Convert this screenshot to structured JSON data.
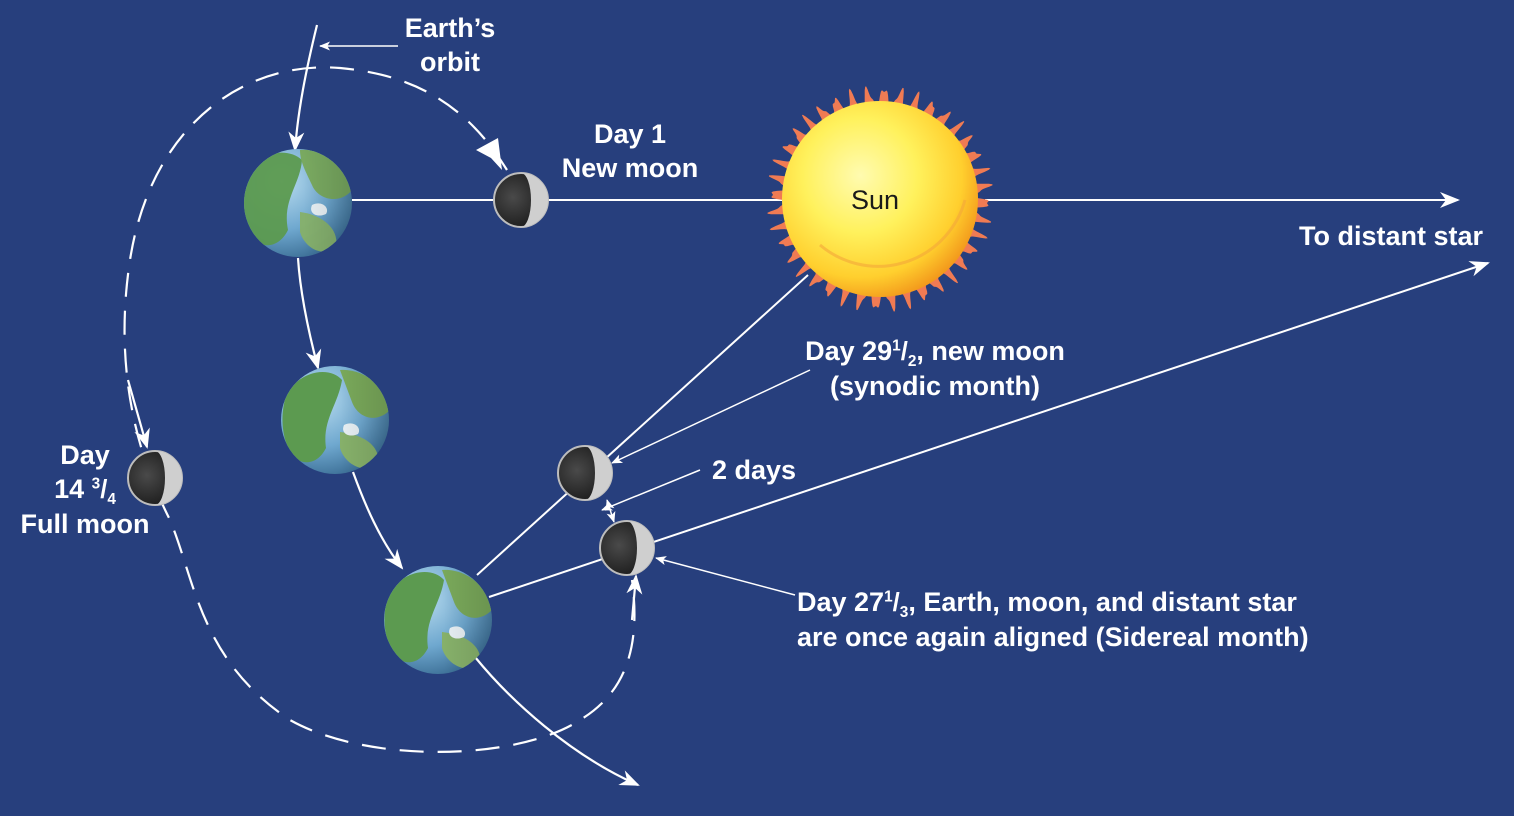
{
  "labels": {
    "earths_orbit": [
      "Earth’s",
      "orbit"
    ],
    "day1": [
      "Day 1",
      "New moon"
    ],
    "sun": "Sun",
    "to_distant_star": "To distant star",
    "day29": {
      "prefix": "Day 29",
      "num": "1",
      "den": "2",
      "suffix": ", new moon",
      "line2": "(synodic month)"
    },
    "two_days": "2 days",
    "day14": {
      "line1": "Day",
      "whole": "14 ",
      "num": "3",
      "den": "4",
      "line3": "Full moon"
    },
    "day27": {
      "prefix": "Day 27",
      "num": "1",
      "den": "3",
      "suffix": ", Earth, moon, and distant star",
      "line2": "are once again aligned (Sidereal month)"
    }
  },
  "colors": {
    "background": "#273f7d",
    "lines": "#ffffff",
    "sun_core": "#fff36a",
    "sun_rim": "#f7a21e",
    "corona": "#f07b53",
    "ocean": "#7fb2d6",
    "land": "#5b9a52",
    "moon_dark": "#2b2b2b",
    "moon_lit": "#d8d8d8"
  }
}
